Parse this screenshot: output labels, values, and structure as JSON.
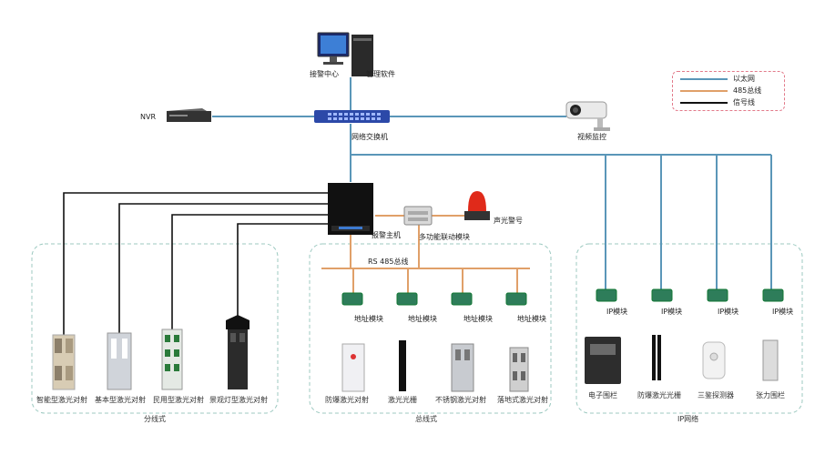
{
  "legend": {
    "ethernet": {
      "label": "以太网",
      "color": "#5a96b8"
    },
    "rs485": {
      "label": "485总线",
      "color": "#e0a069"
    },
    "signal": {
      "label": "信号线",
      "color": "#111111"
    }
  },
  "top": {
    "alarm_center": "接警中心",
    "management_software": "管理软件",
    "nvr": "NVR",
    "network_switch": "网络交换机",
    "video_monitor": "视频监控"
  },
  "middle": {
    "alarm_host": "报警主机",
    "linkage_module": "多功能联动模块",
    "sound_light_alarm": "声光警号",
    "rs485_bus": "RS 485总线"
  },
  "groups": {
    "distributed": {
      "title": "分线式",
      "devices": [
        "智能型激光对射",
        "基本型激光对射",
        "民用型激光对射",
        "景观灯型激光对射"
      ]
    },
    "bus": {
      "title": "总线式",
      "module_label": "地址模块",
      "devices": [
        "防爆激光对射",
        "激光光栅",
        "不锈钢激光对射",
        "落地式激光对射"
      ]
    },
    "ip": {
      "title": "IP网络",
      "module_label": "IP模块",
      "devices": [
        "电子围栏",
        "防爆激光光栅",
        "三鉴探测器",
        "张力围栏"
      ]
    }
  }
}
